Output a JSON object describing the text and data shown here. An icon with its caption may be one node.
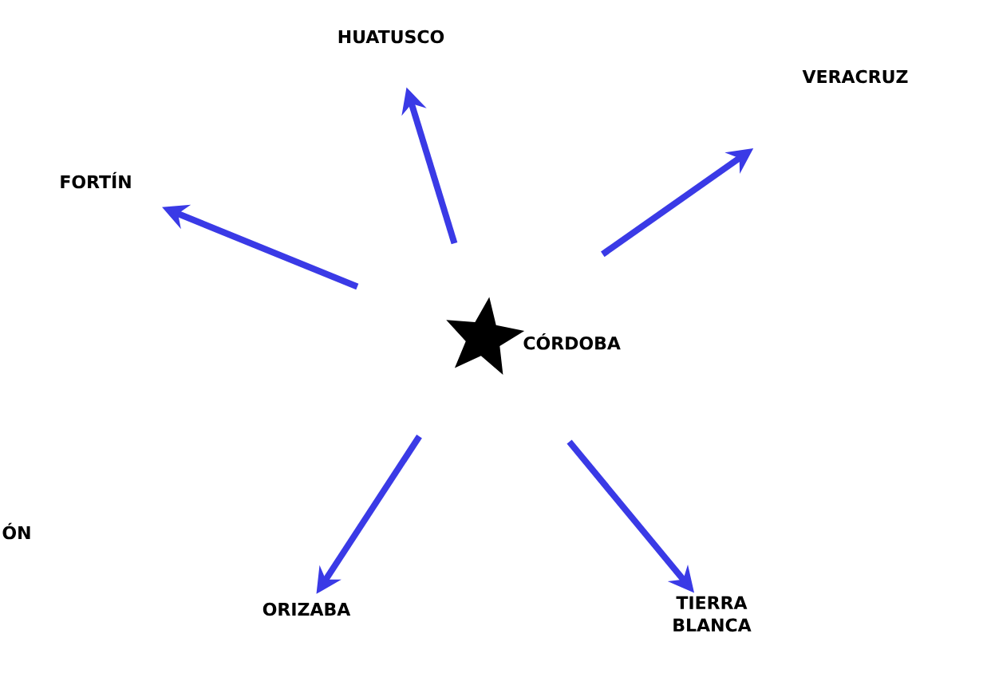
{
  "diagram": {
    "nodes": [
      {
        "text": [],
        "shape": "star",
        "beside": [
          "CÓRDOBA"
        ]
      },
      {
        "text": [
          "HUATUSCO"
        ]
      },
      {
        "text": [
          "VERACRUZ"
        ]
      },
      {
        "text": [
          "FORTÍN"
        ]
      },
      {
        "text": [
          "ORIZABA"
        ]
      },
      {
        "text": [
          "TIERRA BLANCA"
        ]
      }
    ],
    "edges": [
      {
        "from": 0,
        "to": 1,
        "arrow": "to"
      },
      {
        "from": 0,
        "to": 2,
        "arrow": "to"
      },
      {
        "from": 0,
        "to": 3,
        "arrow": "to"
      },
      {
        "from": 0,
        "to": 4,
        "arrow": "to"
      },
      {
        "from": 0,
        "to": 5,
        "arrow": "to"
      }
    ],
    "labels": [
      "ÓN"
    ]
  }
}
